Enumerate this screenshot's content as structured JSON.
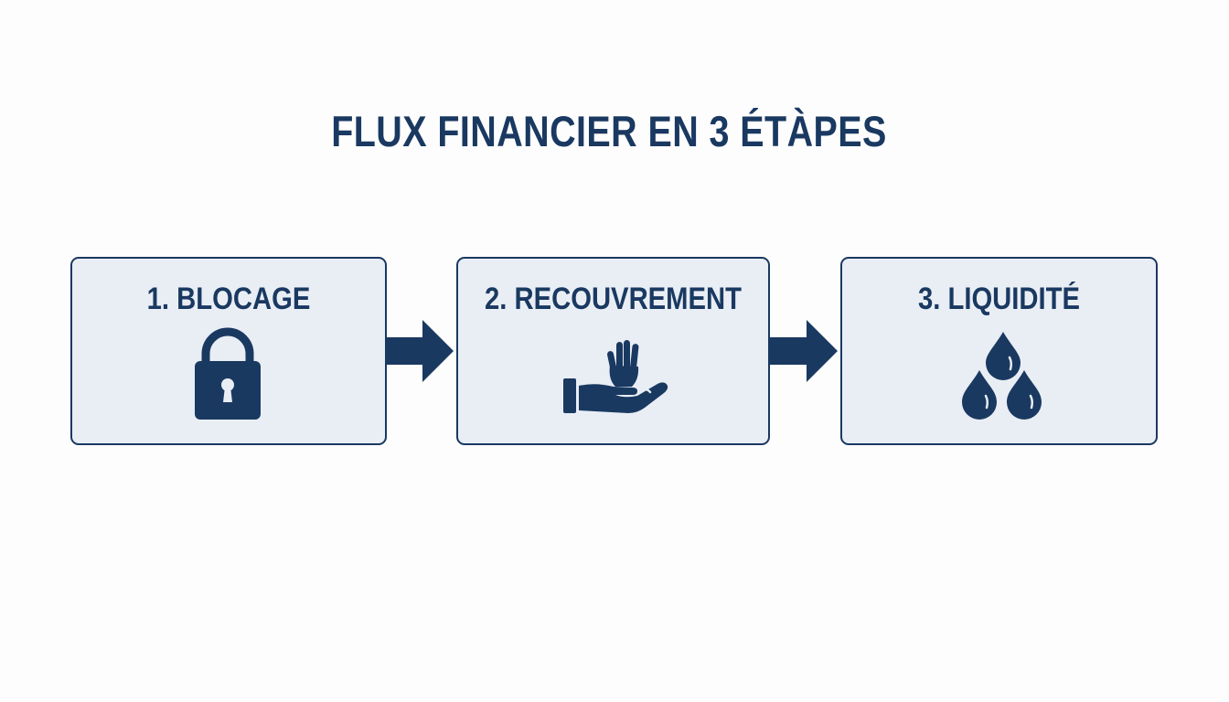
{
  "title": "FLUX FINANCIER EN 3 ÉTÀPES",
  "colors": {
    "primary": "#1a3961",
    "box_fill": "#e9eef5",
    "background": "#fdfdfd"
  },
  "steps": [
    {
      "label": "1. BLOCAGE",
      "icon": "padlock-icon"
    },
    {
      "label": "2. RECOUVREMENT",
      "icon": "hand-receiving-icon"
    },
    {
      "label": "3. LIQUIDITÉ",
      "icon": "water-drops-icon"
    }
  ]
}
